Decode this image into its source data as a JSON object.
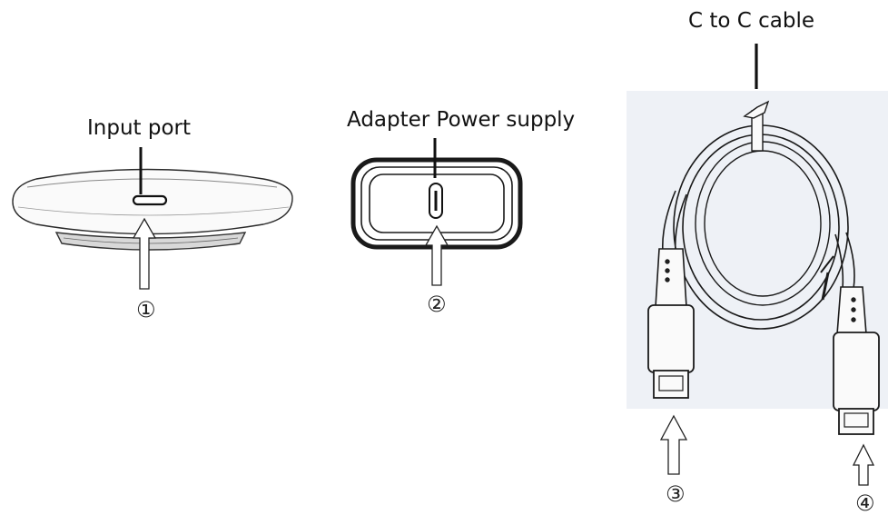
{
  "labels": {
    "input_port": "Input port",
    "adapter_power_supply": "Adapter Power supply",
    "c_to_c_cable": "C to C cable"
  },
  "callouts": {
    "one": "①",
    "two": "②",
    "three": "③",
    "four": "④"
  },
  "colors": {
    "line": "#1a1a1a",
    "cable_bg": "#eef1f6"
  }
}
